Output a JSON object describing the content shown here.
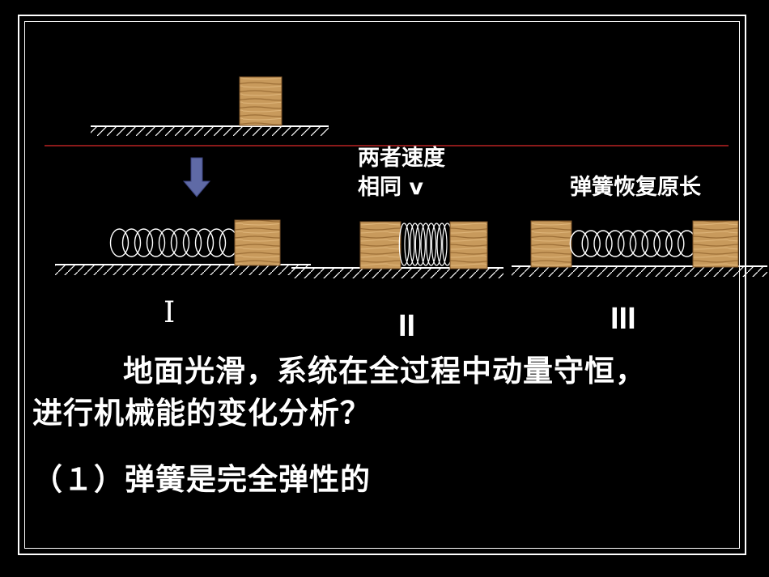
{
  "labels": {
    "same_speed_line1": "两者速度",
    "same_speed_line2": "相同 v",
    "spring_restored": "弹簧恢复原长"
  },
  "stages": [
    "I",
    "II",
    "III"
  ],
  "text": {
    "line1": "地面光滑，系统在全过程中动量守恒，",
    "line2": "进行机械能的变化分析？",
    "line3": "（１）弹簧是完全弹性的"
  },
  "colors": {
    "background": "#000000",
    "divider": "#8b1a1a",
    "arrow": "#5f6aa6",
    "block": "#c89a5c"
  }
}
